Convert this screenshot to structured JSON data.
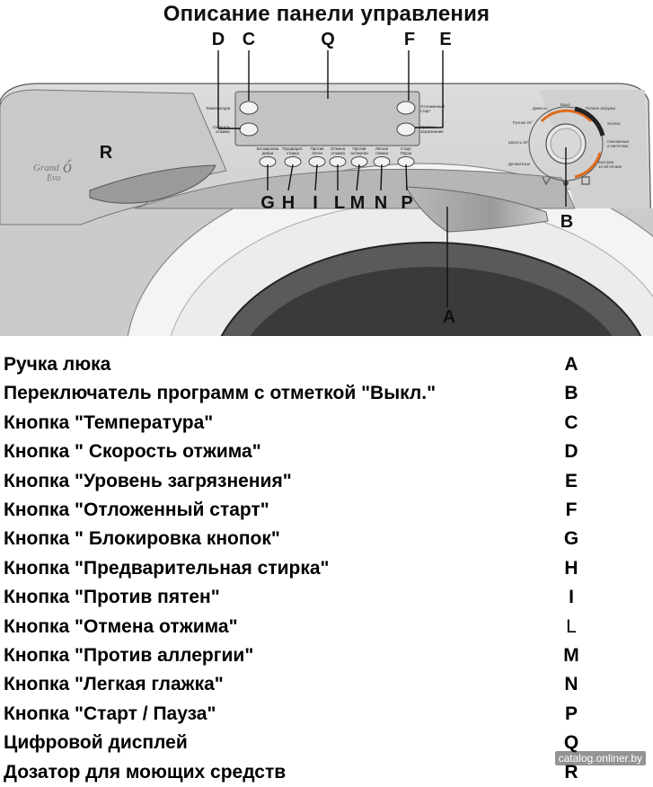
{
  "title": "Описание панели управления",
  "brand": {
    "line1": "Grand",
    "glyph": "ó",
    "line2": "Evo"
  },
  "callouts": {
    "A": "A",
    "B": "B",
    "C": "C",
    "D": "D",
    "E": "E",
    "F": "F",
    "G": "G",
    "H": "H",
    "I": "I",
    "L": "L",
    "M": "M",
    "N": "N",
    "P": "P",
    "Q": "Q",
    "R": "R"
  },
  "panel_labels": {
    "temperature": "Температура",
    "spin_speed_1": "Скорость",
    "spin_speed_2": "отжима",
    "delay_start_1": "Отложенный",
    "delay_start_2": "старт",
    "soil_level_1": "Уровень",
    "soil_level_2": "загрязнения"
  },
  "option_buttons": [
    {
      "l1": "Блокировка",
      "l2": "двери"
    },
    {
      "l1": "Предварит.",
      "l2": "стирка"
    },
    {
      "l1": "Против",
      "l2": "пятен"
    },
    {
      "l1": "Отмена",
      "l2": "отжима"
    },
    {
      "l1": "Против",
      "l2": "аллергии"
    },
    {
      "l1": "Легкая",
      "l2": "глажка"
    },
    {
      "l1": "Старт",
      "l2": "Пауза"
    }
  ],
  "dial_labels": {
    "off": "Выкл.",
    "duvets": "Деликатные",
    "hand": "Ручная 20°",
    "wool": "Шерсть 40°",
    "denim": "Джинсы",
    "cotton": "Хлопок",
    "full_load": "Полная загрузка",
    "mixed_1": "Смешанные",
    "mixed_2": "и синтетика",
    "quick_1": "Быстрая",
    "quick_2": "14-30-44 мин"
  },
  "legend": [
    {
      "text": "Ручка люка",
      "letter": "A"
    },
    {
      "text": "Переключатель программ с отметкой \"Выкл.\"",
      "letter": "B"
    },
    {
      "text": "Кнопка \"Температура\"",
      "letter": "C"
    },
    {
      "text": "Кнопка \" Скорость отжима\"",
      "letter": "D"
    },
    {
      "text": "Кнопка \"Уровень загрязнения\"",
      "letter": "E"
    },
    {
      "text": "Кнопка \"Отложенный старт\"",
      "letter": "F"
    },
    {
      "text": "Кнопка \" Блокировка кнопок\"",
      "letter": "G"
    },
    {
      "text": "Кнопка \"Предварительная стирка\"",
      "letter": "H"
    },
    {
      "text": "Кнопка \"Против пятен\"",
      "letter": "I"
    },
    {
      "text": "Кнопка \"Отмена отжима\"",
      "letter": "L"
    },
    {
      "text": "Кнопка \"Против аллергии\"",
      "letter": "M"
    },
    {
      "text": "Кнопка \"Легкая глажка\"",
      "letter": "N"
    },
    {
      "text": "Кнопка \"Старт  / Пауза\"",
      "letter": "P"
    },
    {
      "text": "Цифровой дисплей",
      "letter": "Q"
    },
    {
      "text": "Дозатор для моющих средств",
      "letter": "R"
    }
  ],
  "watermark": "catalog.onliner.by"
}
